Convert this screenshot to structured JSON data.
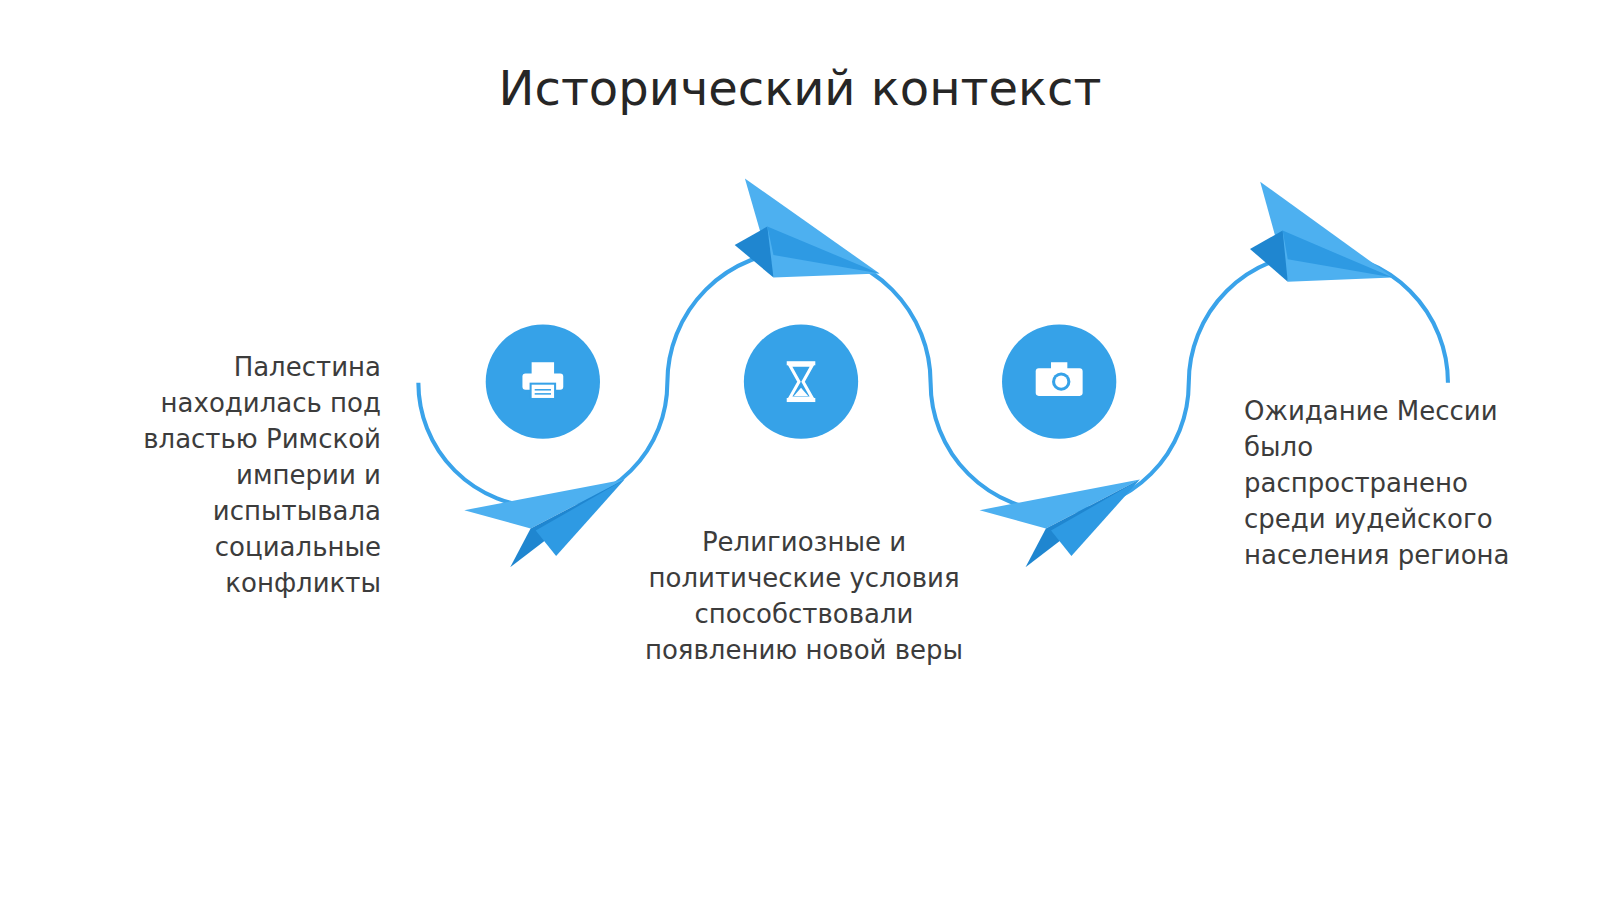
{
  "diagram": {
    "title": "Исторический контекст",
    "labels": [
      "Палестина находилась под властью Римской империи и испытывала социальные конфликты",
      "Религиозные и политические условия способствовали появлению новой веры",
      "Ожидание Мессии было распространено среди иудейского населения региона"
    ]
  }
}
